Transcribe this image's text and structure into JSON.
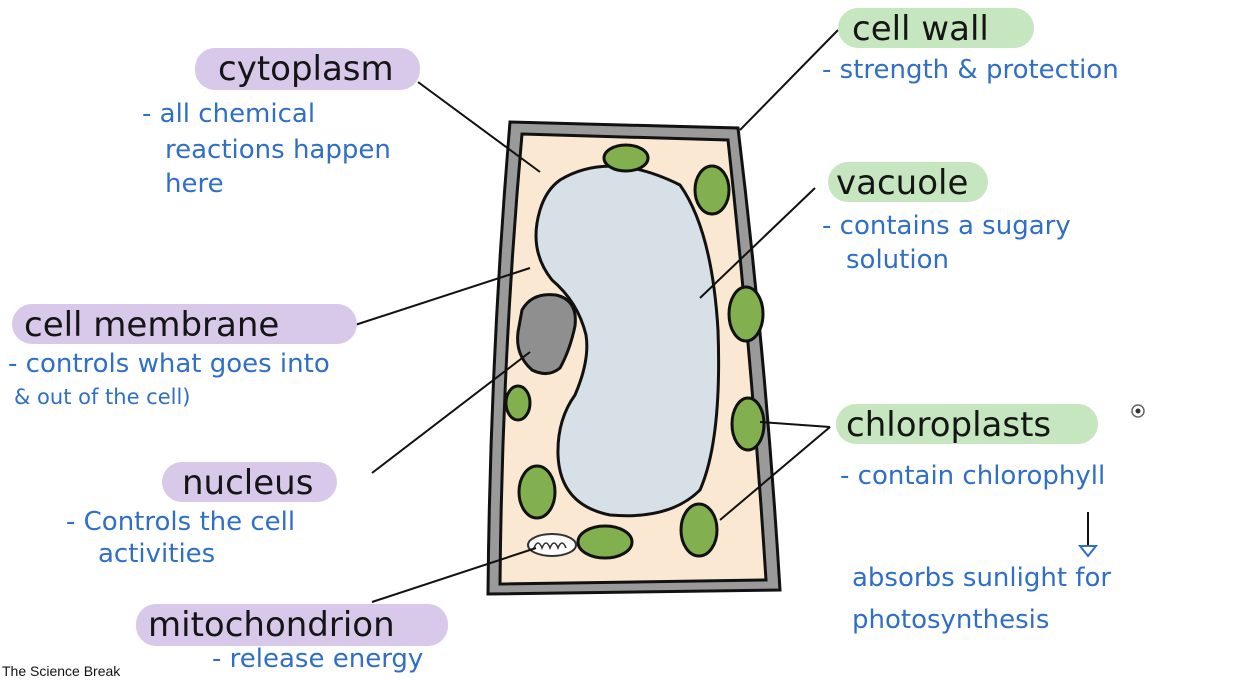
{
  "labels": {
    "cytoplasm": {
      "title": "cytoplasm",
      "desc": [
        "- all chemical",
        "reactions happen",
        "here"
      ]
    },
    "cell_membrane": {
      "title": "cell membrane",
      "desc": [
        "- controls what goes into",
        "& out of the cell)"
      ]
    },
    "nucleus": {
      "title": "nucleus",
      "desc": [
        "- Controls the cell",
        "activities"
      ]
    },
    "mitochondrion": {
      "title": "mitochondrion",
      "desc": [
        "- release energy"
      ]
    },
    "cell_wall": {
      "title": "cell wall",
      "desc": [
        "- strength & protection"
      ]
    },
    "vacuole": {
      "title": "vacuole",
      "desc": [
        "- contains a sugary",
        "solution"
      ]
    },
    "chloroplasts": {
      "title": "chloroplasts",
      "desc": [
        "- contain chlorophyll",
        "absorbs sunlight for",
        "photosynthesis"
      ]
    }
  },
  "credit": "The Science Break",
  "colors": {
    "highlight_purple": "#d8c8ea",
    "highlight_green": "#c6e6bf",
    "description_blue": "#2f6fc6",
    "cytoplasm_fill": "#fbe8d2",
    "cell_wall_grey": "#9a9a9a",
    "vacuole_fill": "#d6e0e6",
    "nucleus_fill": "#8f8f8f",
    "chloroplast_fill": "#83b04f"
  }
}
